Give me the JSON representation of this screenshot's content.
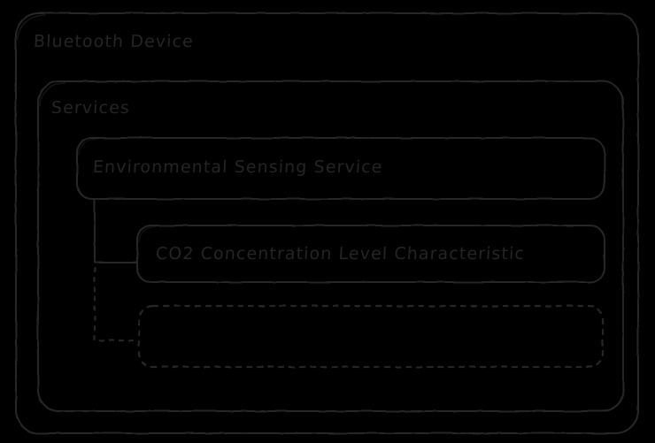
{
  "diagram": {
    "title": "Bluetooth Device",
    "type": "nested-hierarchy",
    "background_color": "#000000",
    "stroke_color": "#262626",
    "text_color": "#262626",
    "style": "hand-drawn",
    "nodes": {
      "device": {
        "label": "Bluetooth Device",
        "border_style": "solid",
        "level": 0
      },
      "services": {
        "label": "Services",
        "border_style": "solid",
        "level": 1
      },
      "environmental_sensing_service": {
        "label": "Environmental Sensing Service",
        "border_style": "solid",
        "level": 2
      },
      "co2_characteristic": {
        "label": "CO2 Concentration Level Characteristic",
        "border_style": "solid",
        "level": 3
      },
      "placeholder_characteristic": {
        "label": "",
        "border_style": "dashed",
        "level": 3
      }
    },
    "connectors": [
      {
        "name": "ess-to-co2",
        "from": "environmental_sensing_service",
        "to": "co2_characteristic",
        "line_style": "solid"
      },
      {
        "name": "ess-to-placeholder",
        "from": "environmental_sensing_service",
        "to": "placeholder_characteristic",
        "line_style": "dashed"
      }
    ]
  }
}
